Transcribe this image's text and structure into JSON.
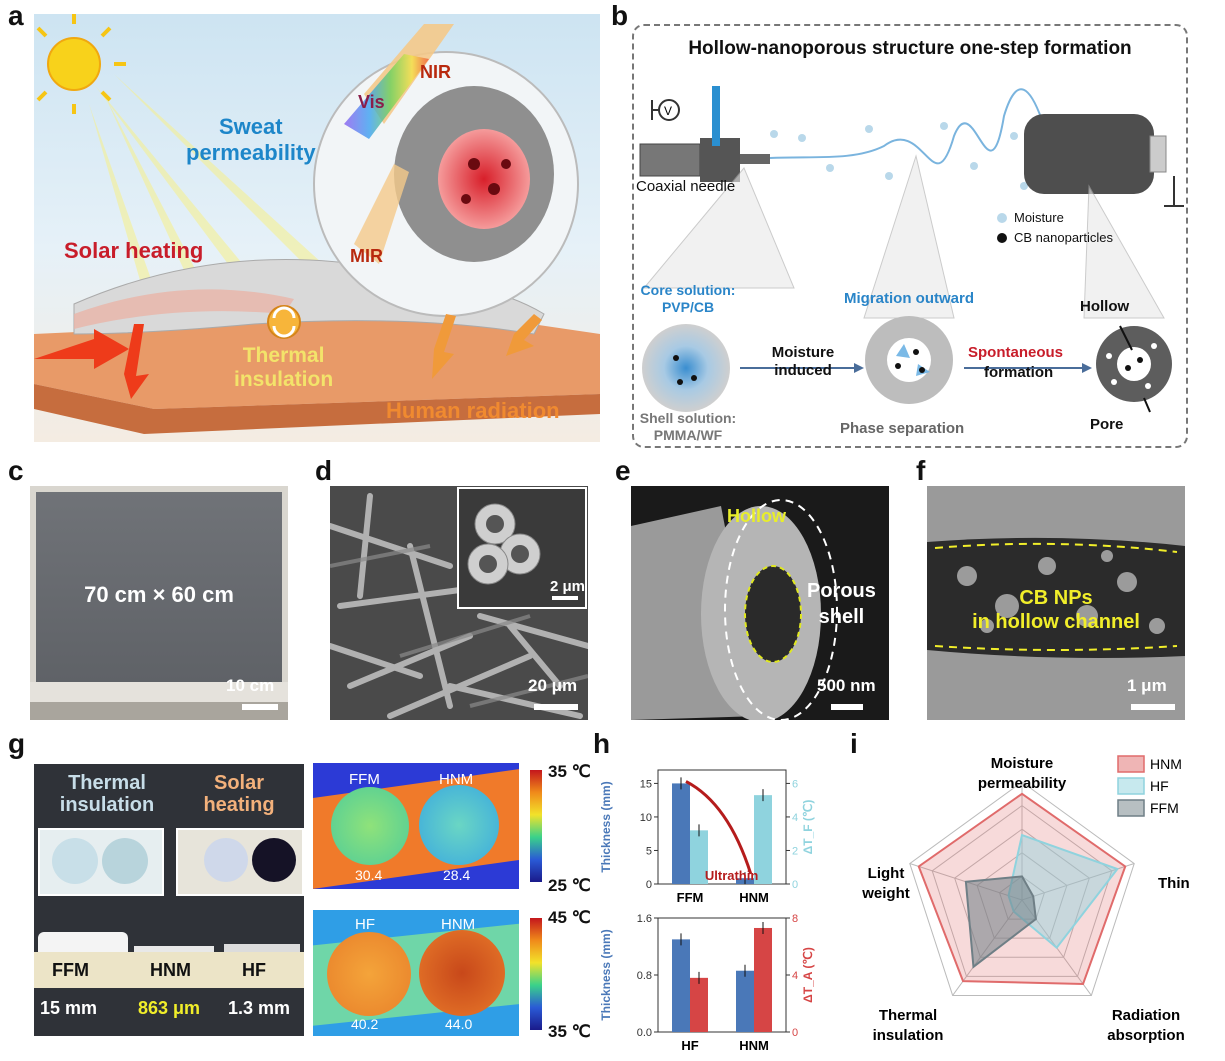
{
  "panel_letters": [
    "a",
    "b",
    "c",
    "d",
    "e",
    "f",
    "g",
    "h",
    "i"
  ],
  "panel_a": {
    "labels": {
      "sweat": "Sweat\npermeability",
      "solar": "Solar heating",
      "thermal": "Thermal\ninsulation",
      "human": "Human radiation",
      "nir": "NIR",
      "vis": "Vis",
      "mir": "MIR"
    }
  },
  "panel_b": {
    "title": "Hollow-nanoporous structure one-step formation",
    "coaxial_needle": "Coaxial needle",
    "legend_moisture": "Moisture",
    "legend_cb": "CB nanoparticles",
    "core_solution": "Core solution:\nPVP/CB",
    "shell_solution": "Shell solution:\nPMMA/WF",
    "moisture_induced": "Moisture\ninduced",
    "migration_outward": "Migration outward",
    "phase_separation": "Phase separation",
    "spontaneous": "Spontaneous",
    "formation": "formation",
    "hollow": "Hollow",
    "pore": "Pore"
  },
  "panel_c": {
    "size": "70 cm × 60 cm",
    "scale": "10 cm"
  },
  "panel_d": {
    "scale_main": "20 μm",
    "scale_inset": "2 μm"
  },
  "panel_e": {
    "hollow": "Hollow",
    "porous_shell": "Porous\nshell",
    "scale": "500 nm"
  },
  "panel_f": {
    "label": "CB NPs\nin hollow channel",
    "scale": "1 μm"
  },
  "panel_g": {
    "thermal_insulation": "Thermal\ninsulation",
    "solar_heating": "Solar\nheating",
    "samples": [
      "FFM",
      "HNM",
      "HF"
    ],
    "thicknesses": [
      "15 mm",
      "863 μm",
      "1.3 mm"
    ],
    "ir_top": {
      "max": "35 ℃",
      "min": "25 ℃",
      "labels": [
        "FFM",
        "HNM"
      ],
      "values": [
        "30.4",
        "28.4"
      ]
    },
    "ir_bottom": {
      "max": "45 ℃",
      "min": "35 ℃",
      "labels": [
        "HF",
        "HNM"
      ],
      "values": [
        "40.2",
        "44.0"
      ]
    }
  },
  "colors": {
    "hnm": "#e06b6b",
    "hf": "#8fd3de",
    "ffm": "#6f7f86",
    "bar_blue": "#4a78b8",
    "bar_cyan": "#8fd3de",
    "bar_red": "#d64545",
    "accent_blue": "#2a85c8"
  },
  "chart_data": [
    {
      "type": "bar",
      "panel": "h-top",
      "categories": [
        "FFM",
        "HNM"
      ],
      "series": [
        {
          "name": "Thickness (mm)",
          "values": [
            15,
            0.863
          ]
        },
        {
          "name": "ΔT_F (℃)",
          "values": [
            3.2,
            5.3
          ]
        }
      ],
      "ylabel": "Thickness (mm)",
      "y2label": "ΔT_F (℃)",
      "ylim": [
        0,
        17
      ],
      "y2lim": [
        0,
        6.8
      ],
      "yticks": [
        "0",
        "5",
        "10",
        "15"
      ],
      "y2ticks": [
        "0",
        "2",
        "4",
        "6"
      ],
      "annotation": "Ultrathin"
    },
    {
      "type": "bar",
      "panel": "h-bottom",
      "categories": [
        "HF",
        "HNM"
      ],
      "series": [
        {
          "name": "Thickness (mm)",
          "values": [
            1.3,
            0.86
          ]
        },
        {
          "name": "ΔT_A (℃)",
          "values": [
            3.8,
            7.3
          ]
        }
      ],
      "ylabel": "Thickness (mm)",
      "y2label": "ΔT_A (℃)",
      "ylim": [
        0,
        1.6
      ],
      "y2lim": [
        0,
        8
      ],
      "yticks": [
        "0.0",
        "0.8",
        "1.6"
      ],
      "y2ticks": [
        "0",
        "4",
        "8"
      ]
    },
    {
      "type": "radar",
      "panel": "i",
      "axes": [
        "Moisture\npermeability",
        "Thin",
        "Radiation\nabsorption",
        "Thermal\ninsulation",
        "Light\nweight"
      ],
      "series": [
        {
          "name": "HNM",
          "values": [
            0.9,
            0.92,
            0.88,
            0.85,
            0.92
          ]
        },
        {
          "name": "HF",
          "values": [
            0.55,
            0.85,
            0.5,
            0.12,
            0.12
          ]
        },
        {
          "name": "FFM",
          "values": [
            0.2,
            0.1,
            0.2,
            0.7,
            0.5
          ]
        }
      ],
      "range": [
        0,
        1
      ]
    }
  ]
}
